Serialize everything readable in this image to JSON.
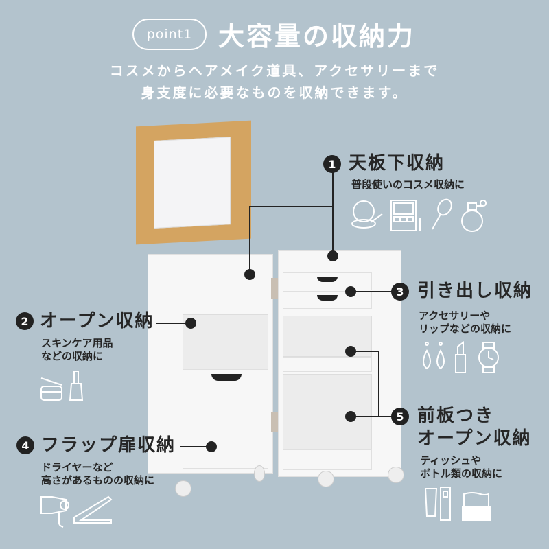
{
  "header": {
    "badge": "point1",
    "title": "大容量の収納力",
    "subtitle_line1": "コスメからヘアメイク道具、アクセサリーまで",
    "subtitle_line2": "身支度に必要なものを収納できます。"
  },
  "colors": {
    "background": "#b3c3cd",
    "accent": "#232323",
    "wood": "#d4a461",
    "white": "#f7f7f7"
  },
  "features": [
    {
      "number": "1",
      "title": "天板下収納",
      "description": "普段使いのコスメ収納に",
      "icons": [
        "compact-mirror-icon",
        "eyeshadow-palette-icon",
        "hairbrush-icon",
        "perfume-bottle-icon"
      ]
    },
    {
      "number": "2",
      "title": "オープン収納",
      "description_line1": "スキンケア用品",
      "description_line2": "などの収納に",
      "icons": [
        "cream-jar-icon",
        "nail-polish-icon"
      ]
    },
    {
      "number": "3",
      "title": "引き出し収納",
      "description_line1": "アクセサリーや",
      "description_line2": "リップなどの収納に",
      "icons": [
        "earrings-icon",
        "lipstick-icon",
        "wristwatch-icon"
      ]
    },
    {
      "number": "4",
      "title": "フラップ扉収納",
      "description_line1": "ドライヤーなど",
      "description_line2": "高さがあるものの収納に",
      "icons": [
        "hair-dryer-icon",
        "hair-iron-icon"
      ]
    },
    {
      "number": "5",
      "title_line1": "前板つき",
      "title_line2": "オープン収納",
      "description_line1": "ティッシュや",
      "description_line2": "ボトル類の収納に",
      "icons": [
        "tube-bottle-icon",
        "tissue-box-icon"
      ]
    }
  ]
}
